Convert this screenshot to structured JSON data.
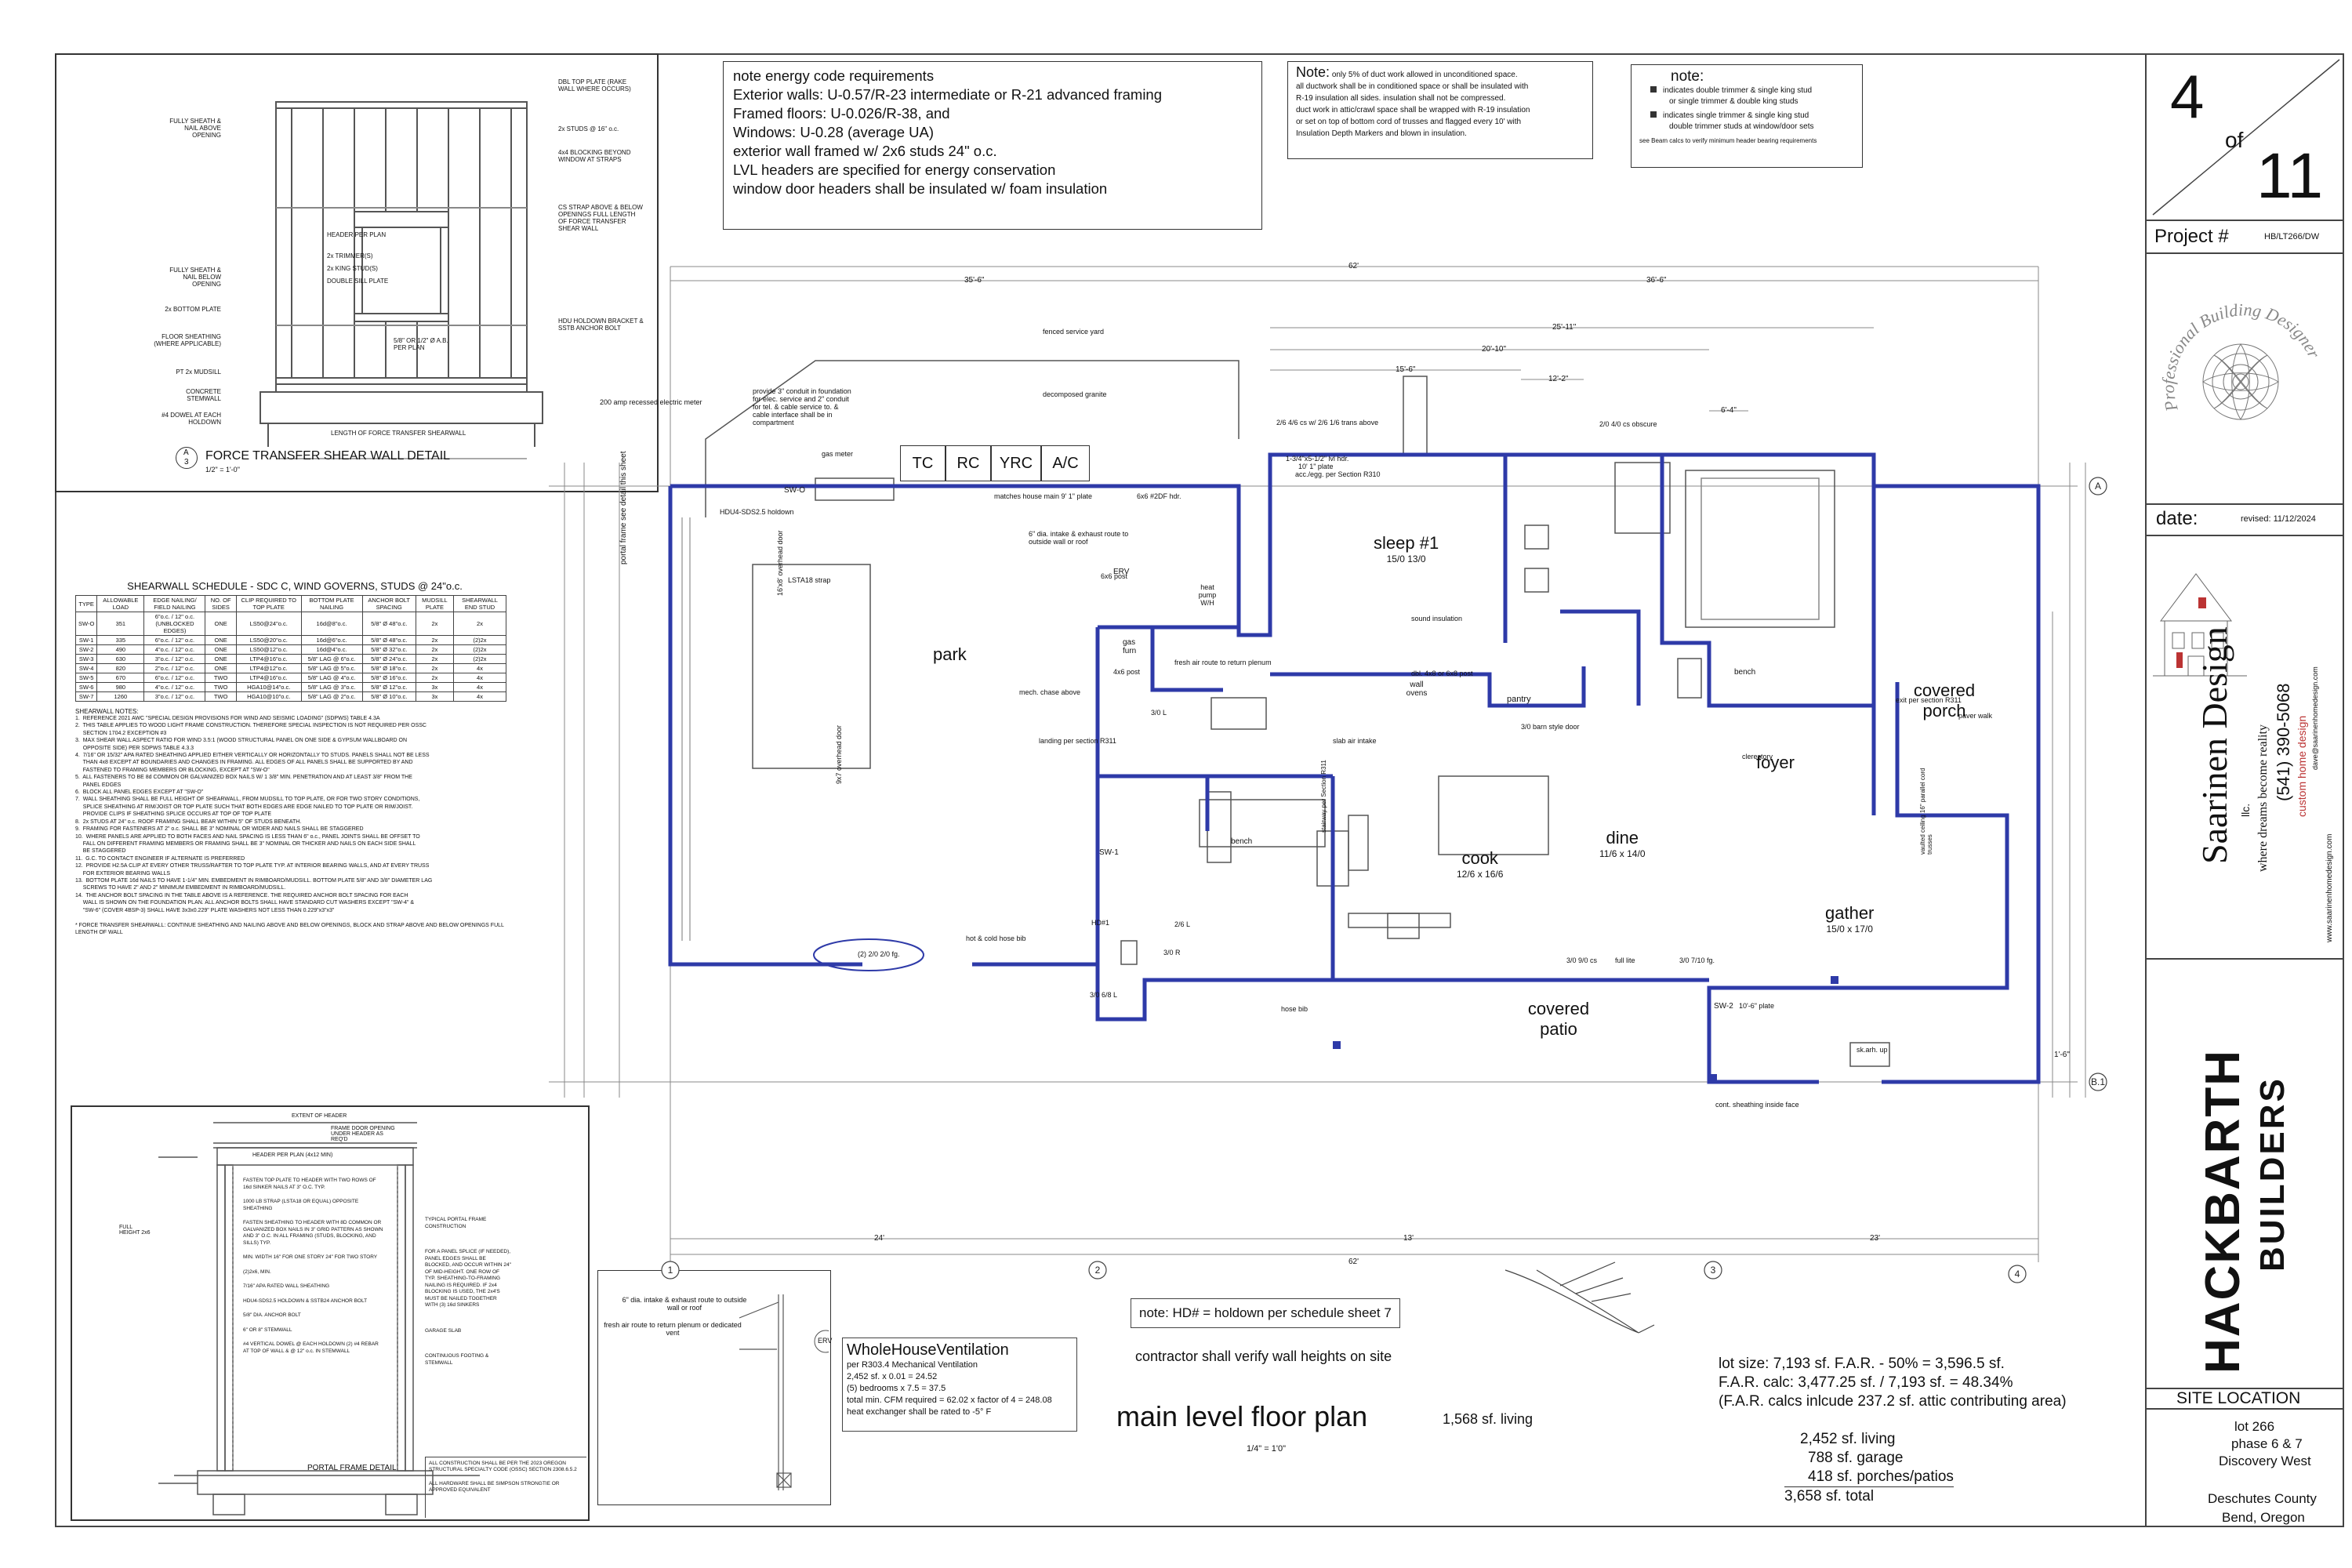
{
  "energy_note": {
    "lines": [
      "note energy code requirements",
      "Exterior walls: U-0.57/R-23 intermediate or R-21 advanced framing",
      "Framed floors: U-0.026/R-38, and",
      "Windows: U-0.28 (average UA)",
      "exterior wall framed w/ 2x6 studs 24\" o.c.",
      "LVL headers are specified for energy conservation",
      "window door headers shall be insulated w/ foam insulation"
    ]
  },
  "duct_note": {
    "title": "Note:",
    "first": "only 5% of duct work allowed in unconditioned space.",
    "lines": [
      "all ductwork shall be in conditioned space or shall be insulated with",
      "R-19 insulation all sides. insulation shall not be compressed.",
      "duct work in attic/crawl space shall be wrapped with R-19 insulation",
      "or set on top of bottom cord of trusses and flagged every 10' with",
      "Insulation Depth Markers and blown in insulation."
    ]
  },
  "stud_note": {
    "title": "note:",
    "items": [
      "indicates double trimmer & single king stud",
      "or single trimmer & double king studs",
      "indicates single trimmer & single king stud",
      "double trimmer studs at window/door sets"
    ],
    "footer": "see Beam calcs to verify minimum header bearing requirements"
  },
  "title_block": {
    "sheet_number": "4",
    "of_label": "of",
    "sheet_total": "11",
    "project_label": "Project #",
    "project_number": "HB/LT266/DW",
    "date_label": "date:",
    "date_value": "revised: 11/12/2024",
    "designer_arc": "Professional Building Designer",
    "designer_name": "Saarinen Design",
    "designer_llc": "llc.",
    "designer_tagline": "where dreams become reality",
    "designer_phone": "(541) 390-5068",
    "designer_sub": "custom home design",
    "designer_email": "dave@saarinenhomedesign.com",
    "designer_web": "www.saarinenhomedesign.com",
    "builder_logo": "HACKBARTH",
    "builder_sub": "BUILDERS",
    "site_location_label": "SITE LOCATION",
    "lot": "lot 266",
    "phase": "phase 6 & 7",
    "subdivision": "Discovery West",
    "county": "Deschutes County",
    "city": "Bend, Oregon"
  },
  "shear_detail": {
    "title": "FORCE TRANSFER SHEAR WALL DETAIL",
    "scale": "1/2\" = 1'-0\"",
    "bubble_top": "A",
    "bubble_bottom": "3",
    "labels_left": [
      "FULLY SHEATH & NAIL ABOVE OPENING",
      "FULLY SHEATH & NAIL BELOW OPENING",
      "2x BOTTOM PLATE",
      "FLOOR SHEATHING (WHERE APPLICABLE)",
      "PT 2x MUDSILL",
      "CONCRETE STEMWALL",
      "#4 DOWEL AT EACH HOLDOWN"
    ],
    "labels_mid": [
      "HEADER PER PLAN",
      "2x TRIMMER(S)",
      "2x KING STUD(S)",
      "DOUBLE SILL PLATE"
    ],
    "labels_right": [
      "DBL TOP PLATE (RAKE WALL WHERE OCCURS)",
      "2x STUDS @ 16\" o.c.",
      "4x4 BLOCKING BEYOND WINDOW AT STRAPS",
      "CS STRAP ABOVE & BELOW OPENINGS FULL LENGTH OF FORCE TRANSFER SHEAR WALL",
      "HDU HOLDOWN BRACKET & SSTB ANCHOR BOLT"
    ],
    "anchor_label": "5/8\" OR 1/2\" Ø A.B. PER PLAN",
    "bottom_label": "LENGTH OF FORCE TRANSFER SHEARWALL"
  },
  "shearwall_schedule": {
    "title": "SHEARWALL SCHEDULE - SDC C, WIND GOVERNS, STUDS @ 24\"o.c.",
    "headers": [
      "TYPE",
      "ALLOWABLE LOAD",
      "EDGE NAILING/ FIELD NAILING",
      "NO. OF SIDES",
      "CLIP REQUIRED TO TOP PLATE",
      "BOTTOM PLATE NAILING",
      "ANCHOR BOLT SPACING",
      "MUDSILL PLATE",
      "SHEARWALL END STUD"
    ],
    "rows": [
      [
        "SW-O",
        "351",
        "6\"o.c. / 12\" o.c. (UNBLOCKED EDGES)",
        "ONE",
        "LS50@24\"o.c.",
        "16d@8\"o.c.",
        "5/8\" Ø 48\"o.c.",
        "2x",
        "2x"
      ],
      [
        "SW-1",
        "335",
        "6\"o.c. / 12\" o.c.",
        "ONE",
        "LS50@20\"o.c.",
        "16d@6\"o.c.",
        "5/8\" Ø 48\"o.c.",
        "2x",
        "(2)2x"
      ],
      [
        "SW-2",
        "490",
        "4\"o.c. / 12\" o.c.",
        "ONE",
        "LS50@12\"o.c.",
        "16d@4\"o.c.",
        "5/8\" Ø 32\"o.c.",
        "2x",
        "(2)2x"
      ],
      [
        "SW-3",
        "630",
        "3\"o.c. / 12\" o.c.",
        "ONE",
        "LTP4@16\"o.c.",
        "5/8\" LAG @ 6\"o.c.",
        "5/8\" Ø 24\"o.c.",
        "2x",
        "(2)2x"
      ],
      [
        "SW-4",
        "820",
        "2\"o.c. / 12\" o.c.",
        "ONE",
        "LTP4@12\"o.c.",
        "5/8\" LAG @ 5\"o.c.",
        "5/8\" Ø 18\"o.c.",
        "2x",
        "4x"
      ],
      [
        "SW-5",
        "670",
        "6\"o.c. / 12\" o.c.",
        "TWO",
        "LTP4@16\"o.c.",
        "5/8\" LAG @ 4\"o.c.",
        "5/8\" Ø 16\"o.c.",
        "2x",
        "4x"
      ],
      [
        "SW-6",
        "980",
        "4\"o.c. / 12\" o.c.",
        "TWO",
        "HGA10@14\"o.c.",
        "5/8\" LAG @ 3\"o.c.",
        "5/8\" Ø 12\"o.c.",
        "3x",
        "4x"
      ],
      [
        "SW-7",
        "1260",
        "3\"o.c. / 12\" o.c.",
        "TWO",
        "HGA10@10\"o.c.",
        "5/8\" LAG @ 2\"o.c.",
        "5/8\" Ø 10\"o.c.",
        "3x",
        "4x"
      ]
    ],
    "notes_title": "SHEARWALL NOTES:",
    "notes": [
      "1.  REFERENCE 2021 AWC \"SPECIAL DESIGN PROVISIONS FOR WIND AND SEISMIC LOADING\" (SDPWS) TABLE 4.3A",
      "2.  THIS TABLE APPLIES TO WOOD LIGHT FRAME CONSTRUCTION. THEREFORE SPECIAL INSPECTION IS NOT REQUIRED PER OSSC",
      "     SECTION 1704.2 EXCEPTION #3",
      "3.  MAX SHEAR WALL ASPECT RATIO FOR WIND 3.5:1 (WOOD STRUCTURAL PANEL ON ONE SIDE & GYPSUM WALLBOARD ON",
      "     OPPOSITE SIDE) PER SDPWS TABLE 4.3.3",
      "4.  7/16\" OR 15/32\" APA RATED SHEATHING APPLIED EITHER VERTICALLY OR HORIZONTALLY TO STUDS. PANELS SHALL NOT BE LESS",
      "     THAN 4x8 EXCEPT AT BOUNDARIES AND CHANGES IN FRAMING. ALL EDGES OF ALL PANELS SHALL BE SUPPORTED BY AND",
      "     FASTENED TO FRAMING MEMBERS OR BLOCKING, EXCEPT AT \"SW-O\"",
      "5.  ALL FASTENERS TO BE 8d COMMON OR GALVANIZED BOX NAILS W/ 1 3/8\" MIN. PENETRATION AND AT LEAST 3/8\" FROM THE",
      "     PANEL EDGES",
      "6.  BLOCK ALL PANEL EDGES EXCEPT AT \"SW-O\"",
      "7.  WALL SHEATHING SHALL BE FULL HEIGHT OF SHEARWALL, FROM MUDSILL TO TOP PLATE, OR FOR TWO STORY CONDITIONS,",
      "     SPLICE SHEATHING AT RIM/JOIST OR TOP PLATE SUCH THAT BOTH EDGES ARE EDGE NAILED TO TOP PLATE OR RIM/JOIST.",
      "     PROVIDE CLIPS IF SHEATHING SPLICE OCCURS AT TOP OF TOP PLATE",
      "8.  2x STUDS AT 24\" o.c. ROOF FRAMING SHALL BEAR WITHIN 5\" OF STUDS BENEATH.",
      "9.  FRAMING FOR FASTENERS AT 2\" o.c. SHALL BE 3\" NOMINAL OR WIDER AND NAILS SHALL BE STAGGERED",
      "10.  WHERE PANELS ARE APPLIED TO BOTH FACES AND NAIL SPACING IS LESS THAN 6\" o.c., PANEL JOINTS SHALL BE OFFSET TO",
      "     FALL ON DIFFERENT FRAMING MEMBERS OR FRAMING SHALL BE 3\" NOMINAL OR THICKER AND NAILS ON EACH SIDE SHALL",
      "     BE STAGGERED",
      "11.  G.C. TO CONTACT ENGINEER IF ALTERNATE IS PREFERRED",
      "12.  PROVIDE H2.5A CLIP AT EVERY OTHER TRUSS/RAFTER TO TOP PLATE TYP. AT INTERIOR BEARING WALLS, AND AT EVERY TRUSS",
      "     FOR EXTERIOR BEARING WALLS",
      "13.  BOTTOM PLATE 16d NAILS TO HAVE 1-1/4\" MIN. EMBEDMENT IN RIMBOARD/MUDSILL. BOTTOM PLATE 5/8\" AND 3/8\" DIAMETER LAG",
      "     SCREWS TO HAVE 2\" AND 2\" MINIMUM EMBEDMENT IN RIMBOARD/MUDSILL.",
      "14.  THE ANCHOR BOLT SPACING IN THE TABLE ABOVE IS A REFERENCE. THE REQUIRED ANCHOR BOLT SPACING FOR EACH",
      "     WALL IS SHOWN ON THE FOUNDATION PLAN. ALL ANCHOR BOLTS SHALL HAVE STANDARD CUT WASHERS EXCEPT \"SW-4\" &",
      "     \"SW-6\" (COVER 4BSP-3) SHALL HAVE 3x3x0.229\" PLATE WASHERS NOT LESS THAN 0.229\"x3\"x3\""
    ],
    "footnote": "* FORCE TRANSFER SHEARWALL: CONTINUE SHEATHING AND NAILING ABOVE AND BELOW OPENINGS, BLOCK AND STRAP ABOVE AND BELOW OPENINGS FULL LENGTH OF WALL"
  },
  "portal_detail": {
    "title": "PORTAL FRAME DETAIL",
    "top_label": "EXTENT OF HEADER",
    "header_label": "HEADER PER PLAN (4x12 MIN)",
    "door_label": "FRAME DOOR OPENING UNDER HEADER AS REQ'D",
    "left_label": "FULL HEIGHT 2x6",
    "notes": [
      "FASTEN TOP PLATE TO HEADER WITH TWO ROWS OF 16d SINKER NAILS AT 3\" O.C. TYP.",
      "1000 LB STRAP (LSTA18 OR EQUAL) OPPOSITE SHEATHING",
      "FASTEN SHEATHING TO HEADER WITH 8D COMMON OR GALVANIZED BOX NAILS IN 3\" GRID PATTERN AS SHOWN AND 3\" O.C. IN ALL FRAMING (STUDS, BLOCKING, AND SILLS) TYP.",
      "MIN. WIDTH 16\" FOR ONE STORY 24\" FOR TWO STORY",
      "(2)2x6, MIN.",
      "7/16\" APA RATED WALL SHEATHING",
      "HDU4-SDS2.5 HOLDOWN & SSTB24 ANCHOR BOLT",
      "5/8\" DIA. ANCHOR BOLT",
      "6\" OR 8\" STEMWALL",
      "#4 VERTICAL DOWEL @ EACH HOLDOWN (2) #4 REBAR AT TOP OF WALL & @ 12\" o.c. IN STEMWALL"
    ],
    "right_notes": [
      "TYPICAL PORTAL FRAME CONSTRUCTION",
      "FOR A PANEL SPLICE (IF NEEDED), PANEL EDGES SHALL BE BLOCKED, AND OCCUR WITHIN 24\" OF MID-HEIGHT. ONE ROW OF TYP. SHEATHING-TO-FRAMING NAILING IS REQUIRED. IF 2x4 BLOCKING IS USED, THE 2x4'S MUST BE NAILED TOGETHER WITH (3) 16d SINKERS",
      "GARAGE SLAB",
      "CONTINUOUS FOOTING & STEMWALL"
    ],
    "footer_right": [
      "ALL CONSTRUCTION SHALL BE PER THE 2023 OREGON STRUCTURAL SPECIALTY CODE (OSSC) SECTION 2308.6.5.2",
      "ALL HARDWARE SHALL BE SIMPSON STRONGTIE OR APPROVED EQUIVALENT"
    ]
  },
  "ventilation": {
    "title": "WholeHouseVentilation",
    "lines": [
      "per R303.4 Mechanical Ventilation",
      "2,452 sf. x 0.01 = 24.52",
      "(5) bedrooms x 7.5 = 37.5",
      "total min. CFM required = 62.02 x factor of 4 = 248.08",
      "heat exchanger shall be rated to -5° F"
    ],
    "diagram_labels": [
      "6\" dia. intake & exhaust route to outside wall or roof",
      "fresh air route to return plenum or dedicated vent",
      "ERV"
    ]
  },
  "plan": {
    "title": "main level floor plan",
    "living": "1,568 sf. living",
    "scale": "1/4\" = 1'0\"",
    "holdown_note": "note: HD# = holdown per schedule sheet 7",
    "verify_note": "contractor shall verify wall heights on site",
    "rooms": [
      {
        "name": "park",
        "dims": ""
      },
      {
        "name": "sleep #1",
        "dims": "15/0 13/0"
      },
      {
        "name": "cook",
        "dims": "12/6 x 16/6"
      },
      {
        "name": "dine",
        "dims": "11/6 x 14/0"
      },
      {
        "name": "foyer",
        "dims": ""
      },
      {
        "name": "covered porch",
        "dims": ""
      },
      {
        "name": "gather",
        "dims": "15/0 x 17/0"
      },
      {
        "name": "covered patio",
        "dims": ""
      }
    ],
    "small_rooms": [
      "pantry",
      "bench",
      "bench",
      "gas furn",
      "heat pump W/H",
      "ERV",
      "wall ovens",
      "3/0 barn style door"
    ],
    "mech_boxes": [
      "TC",
      "RC",
      "YRC",
      "A/C"
    ],
    "overall_dims": [
      "62'",
      "35'-6\"",
      "36'-6\"",
      "25'-11\"",
      "20'-10\"",
      "15'-6\"",
      "12'-2\"",
      "6'-4\"",
      "24'",
      "13'",
      "23'",
      "62'",
      "1'-6\""
    ],
    "annotations": [
      "fenced service yard",
      "decomposed granite",
      "provide 3\" conduit in foundation for elec. service and 2\" conduit for tel. & cable service to. & cable interface shall be in compartment",
      "200 amp recessed electric meter",
      "gas meter",
      "SW-O",
      "HDU4-SDS2.5 holdown",
      "LSTA18 strap",
      "matches house main 9' 1\" plate",
      "6\" dia. intake & exhaust route to outside wall or roof",
      "fresh air route to return plenum",
      "mech. chase above",
      "landing per section R311",
      "sound insulation",
      "dbl. 4x8 or 6x8 post",
      "slab air intake",
      "hose bib",
      "hot & cold hose bib",
      "clerestory",
      "paver walk",
      "exit per section R311",
      "vaulted ceiling 16\" parallel cord trusses",
      "cont. sheathing inside face",
      "SW-1",
      "SW-2",
      "portal frame see detail this sheet",
      "16'x8' overhead door",
      "9x7 overhead door",
      "stairway per Section R311",
      "acc./egg. per Section R310",
      "2/6 4/6 cs w/ 2/6 1/6 trans above",
      "2/0 4/0 cs obscure",
      "1-3/4\"x5-1/2\" lvl hdr.",
      "6x6 #2DF hdr.",
      "4x6 post",
      "6x6 post",
      "HD#1",
      "3/0 R",
      "3/0 L",
      "2/6 L",
      "(2) 2/0 2/0 fg.",
      "3/0 6/8 L",
      "3/0 7/10 fg.",
      "full lite",
      "3/0 9/0 cs",
      "10'-6\" plate",
      "10' 1\" plate",
      "sk.arh. up"
    ],
    "gridlines": [
      "1",
      "2",
      "3",
      "4",
      "A",
      "B.1"
    ],
    "area_calcs": [
      "lot size: 7,193 sf.  F.A.R. - 50% = 3,596.5 sf.",
      "F.A.R. calc: 3,477.25 sf. / 7,193 sf. = 48.34%",
      "(F.A.R. calcs inlcude 237.2 sf. attic contributing area)"
    ],
    "area_totals": [
      "2,452 sf. living",
      "788 sf. garage",
      "418 sf. porches/patios",
      "3,658 sf. total"
    ]
  },
  "colors": {
    "wall_blue": "#2e3aa8",
    "line_gray": "#555555",
    "thin_gray": "#888888"
  }
}
